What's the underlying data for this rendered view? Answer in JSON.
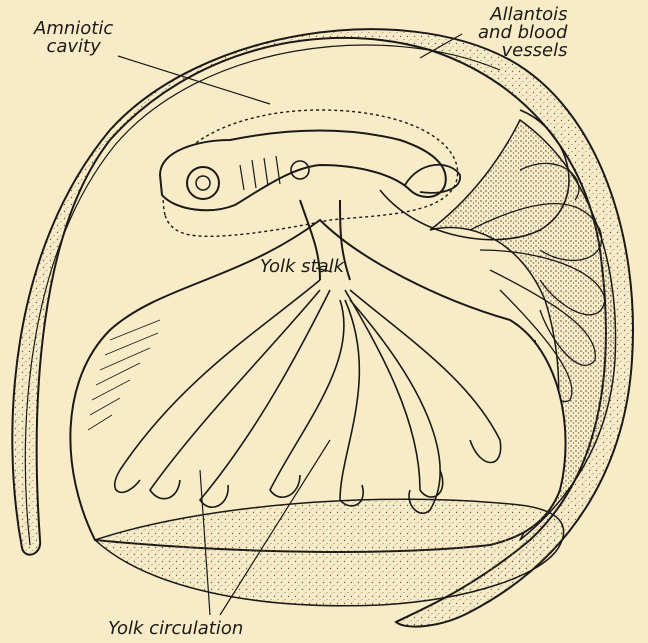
{
  "labels": {
    "amniotic_cavity": [
      "Amniotic",
      "cavity"
    ],
    "allantois": [
      "Allantois",
      "and blood",
      "vessels"
    ],
    "yolk_stalk": "Yolk stalk",
    "yolk_circulation": "Yolk circulation"
  },
  "colors": {
    "paper": "#f7ebc8",
    "ink": "#1c1a16",
    "stipple": "#6b6150"
  }
}
